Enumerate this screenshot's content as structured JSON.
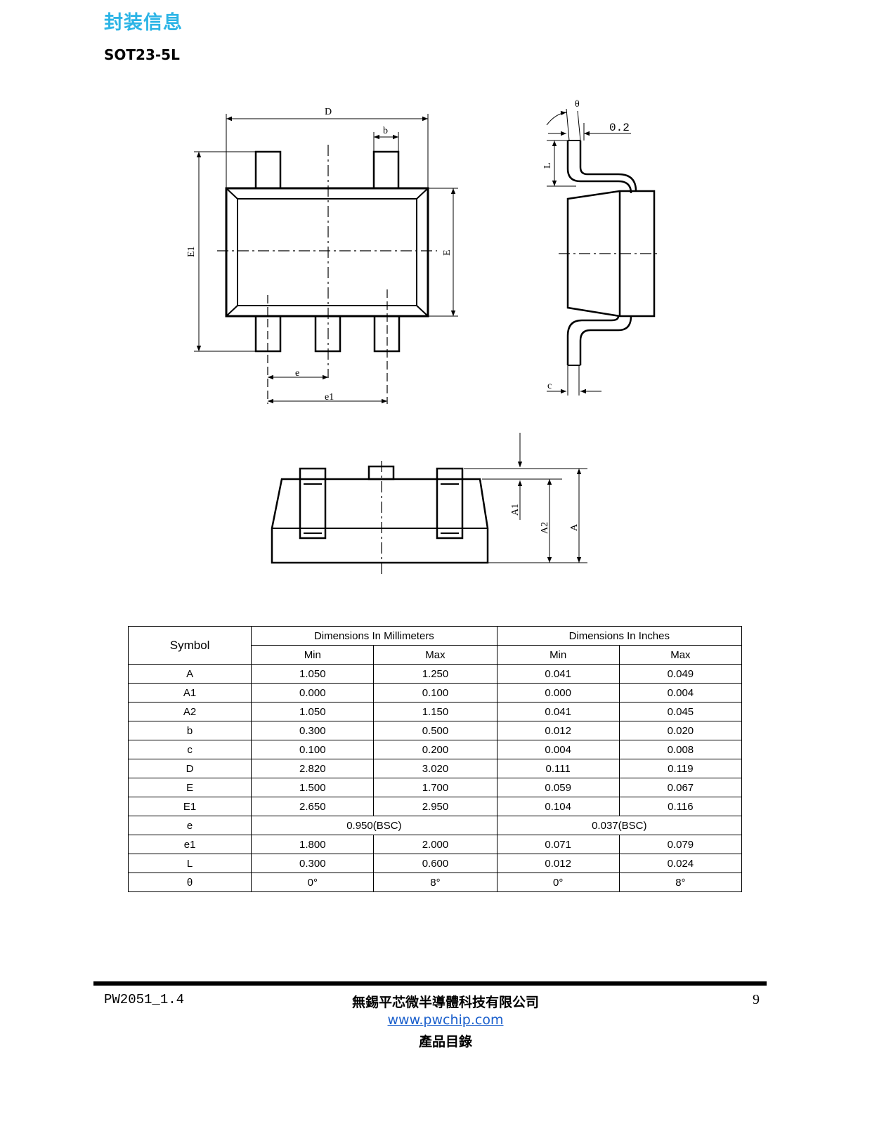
{
  "header": {
    "section_title": "封装信息",
    "package_name": "SOT23-5L"
  },
  "drawing_labels": {
    "D": "D",
    "b": "b",
    "E1": "E1",
    "E": "E",
    "e": "e",
    "e1": "e1",
    "theta": "θ",
    "gauge": "0.2",
    "L": "L",
    "c": "c",
    "A1": "A1",
    "A2": "A2",
    "A": "A"
  },
  "table": {
    "symbol_header": "Symbol",
    "mm_header": "Dimensions In Millimeters",
    "in_header": "Dimensions In Inches",
    "min_label": "Min",
    "max_label": "Max",
    "rows": [
      {
        "symbol": "A",
        "mm_min": "1.050",
        "mm_max": "1.250",
        "in_min": "0.041",
        "in_max": "0.049"
      },
      {
        "symbol": "A1",
        "mm_min": "0.000",
        "mm_max": "0.100",
        "in_min": "0.000",
        "in_max": "0.004"
      },
      {
        "symbol": "A2",
        "mm_min": "1.050",
        "mm_max": "1.150",
        "in_min": "0.041",
        "in_max": "0.045"
      },
      {
        "symbol": "b",
        "mm_min": "0.300",
        "mm_max": "0.500",
        "in_min": "0.012",
        "in_max": "0.020"
      },
      {
        "symbol": "c",
        "mm_min": "0.100",
        "mm_max": "0.200",
        "in_min": "0.004",
        "in_max": "0.008"
      },
      {
        "symbol": "D",
        "mm_min": "2.820",
        "mm_max": "3.020",
        "in_min": "0.111",
        "in_max": "0.119"
      },
      {
        "symbol": "E",
        "mm_min": "1.500",
        "mm_max": "1.700",
        "in_min": "0.059",
        "in_max": "0.067"
      },
      {
        "symbol": "E1",
        "mm_min": "2.650",
        "mm_max": "2.950",
        "in_min": "0.104",
        "in_max": "0.116"
      },
      {
        "symbol": "e",
        "mm_span": "0.950(BSC)",
        "in_span": "0.037(BSC)"
      },
      {
        "symbol": "e1",
        "mm_min": "1.800",
        "mm_max": "2.000",
        "in_min": "0.071",
        "in_max": "0.079"
      },
      {
        "symbol": "L",
        "mm_min": "0.300",
        "mm_max": "0.600",
        "in_min": "0.012",
        "in_max": "0.024"
      },
      {
        "symbol": "θ",
        "mm_min": "0°",
        "mm_max": "8°",
        "in_min": "0°",
        "in_max": "8°"
      }
    ]
  },
  "footer": {
    "doc_id": "PW2051_1.4",
    "company": "無錫平芯微半導體科技有限公司",
    "website": "www.pwchip.com",
    "catalog": "產品目錄",
    "page_number": "9"
  }
}
